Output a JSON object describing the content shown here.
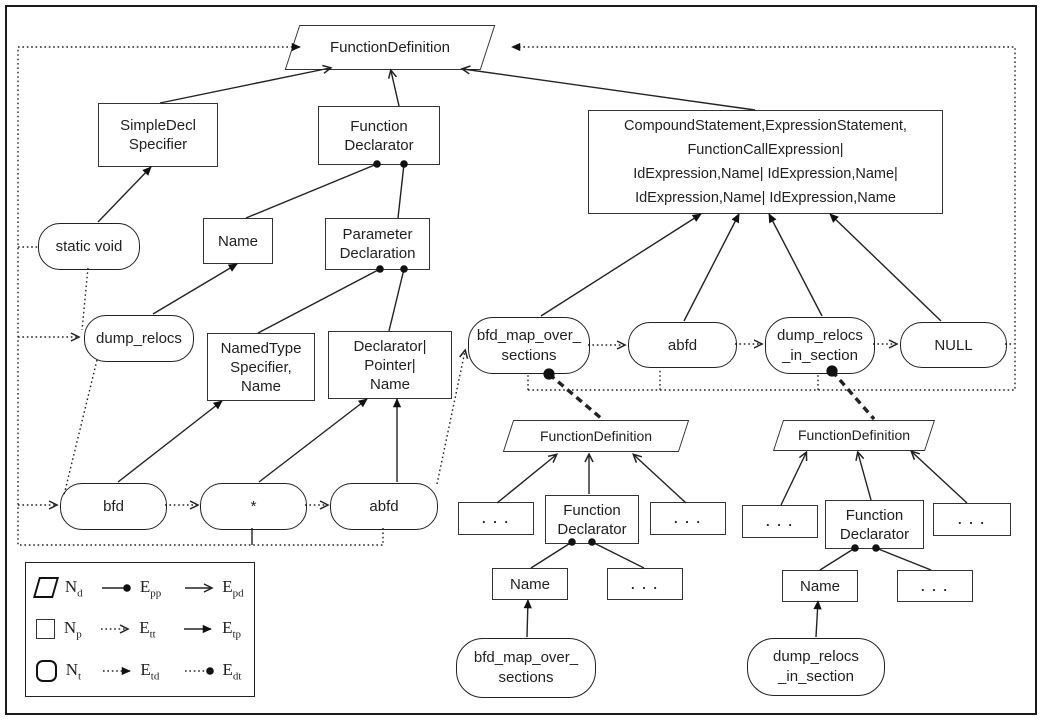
{
  "nodes": {
    "fd_top": {
      "lines": [
        "FunctionDefinition"
      ]
    },
    "simple_decl": {
      "lines": [
        "SimpleDecl",
        "Specifier"
      ]
    },
    "func_declarator": {
      "lines": [
        "Function",
        "Declarator"
      ]
    },
    "compound": {
      "lines": [
        "CompoundStatement,ExpressionStatement,",
        "FunctionCallExpression|",
        "IdExpression,Name| IdExpression,Name|",
        "IdExpression,Name| IdExpression,Name"
      ]
    },
    "name": {
      "lines": [
        "Name"
      ]
    },
    "param_decl": {
      "lines": [
        "Parameter",
        "Declaration"
      ]
    },
    "named_type": {
      "lines": [
        "NamedType",
        "Specifier,",
        "Name"
      ]
    },
    "declarator_box": {
      "lines": [
        "Declarator|",
        "Pointer|",
        "Name"
      ]
    },
    "static_void": {
      "lines": [
        "static void"
      ]
    },
    "dump_relocs": {
      "lines": [
        "dump_relocs"
      ]
    },
    "bfd": {
      "lines": [
        "bfd"
      ]
    },
    "star": {
      "lines": [
        "*"
      ]
    },
    "abfd": {
      "lines": [
        "abfd"
      ]
    },
    "bfd_map_over_sections": {
      "lines": [
        "bfd_map_over_",
        "sections"
      ]
    },
    "abfd_arg": {
      "lines": [
        "abfd"
      ]
    },
    "dump_relocs_in_section": {
      "lines": [
        "dump_relocs",
        "_in_section"
      ]
    },
    "null_arg": {
      "lines": [
        "NULL"
      ]
    }
  },
  "subtrees": {
    "fd_label": "FunctionDefinition",
    "dots": ". . .",
    "name_label": "Name",
    "function_declarator": {
      "lines": [
        "Function",
        "Declarator"
      ]
    },
    "left_terminal": {
      "lines": [
        "bfd_map_over_",
        "sections"
      ]
    },
    "right_terminal": {
      "lines": [
        "dump_relocs",
        "_in_section"
      ]
    }
  },
  "legend": {
    "rows": [
      {
        "n_base": "N",
        "n_sub": "d",
        "e1_base": "E",
        "e1_sub": "pp",
        "e2_base": "E",
        "e2_sub": "pd"
      },
      {
        "n_base": "N",
        "n_sub": "p",
        "e1_base": "E",
        "e1_sub": "tt",
        "e2_base": "E",
        "e2_sub": "tp"
      },
      {
        "n_base": "N",
        "n_sub": "t",
        "e1_base": "E",
        "e1_sub": "td",
        "e2_base": "E",
        "e2_sub": "dt"
      }
    ]
  },
  "colors": {
    "stroke": "#222222",
    "background": "#ffffff"
  }
}
